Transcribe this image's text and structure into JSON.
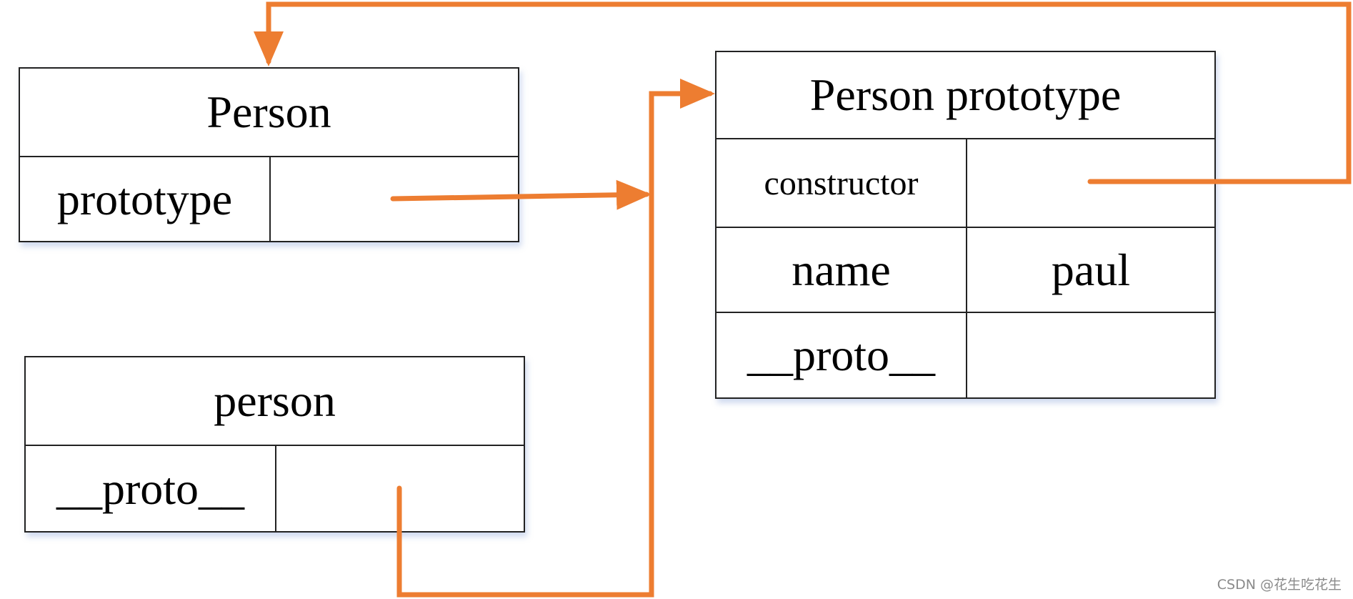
{
  "diagram": {
    "person_constructor": {
      "title": "Person",
      "rows": [
        {
          "key": "prototype",
          "value": ""
        }
      ]
    },
    "person_instance": {
      "title": "person",
      "rows": [
        {
          "key": "__proto__",
          "value": ""
        }
      ]
    },
    "person_prototype": {
      "title": "Person prototype",
      "rows": [
        {
          "key": "constructor",
          "value": ""
        },
        {
          "key": "name",
          "value": "paul"
        },
        {
          "key": "__proto__",
          "value": ""
        }
      ]
    },
    "arrow_color": "#ED7D31",
    "border_color": "#222222"
  },
  "watermark": "CSDN @花生吃花生"
}
